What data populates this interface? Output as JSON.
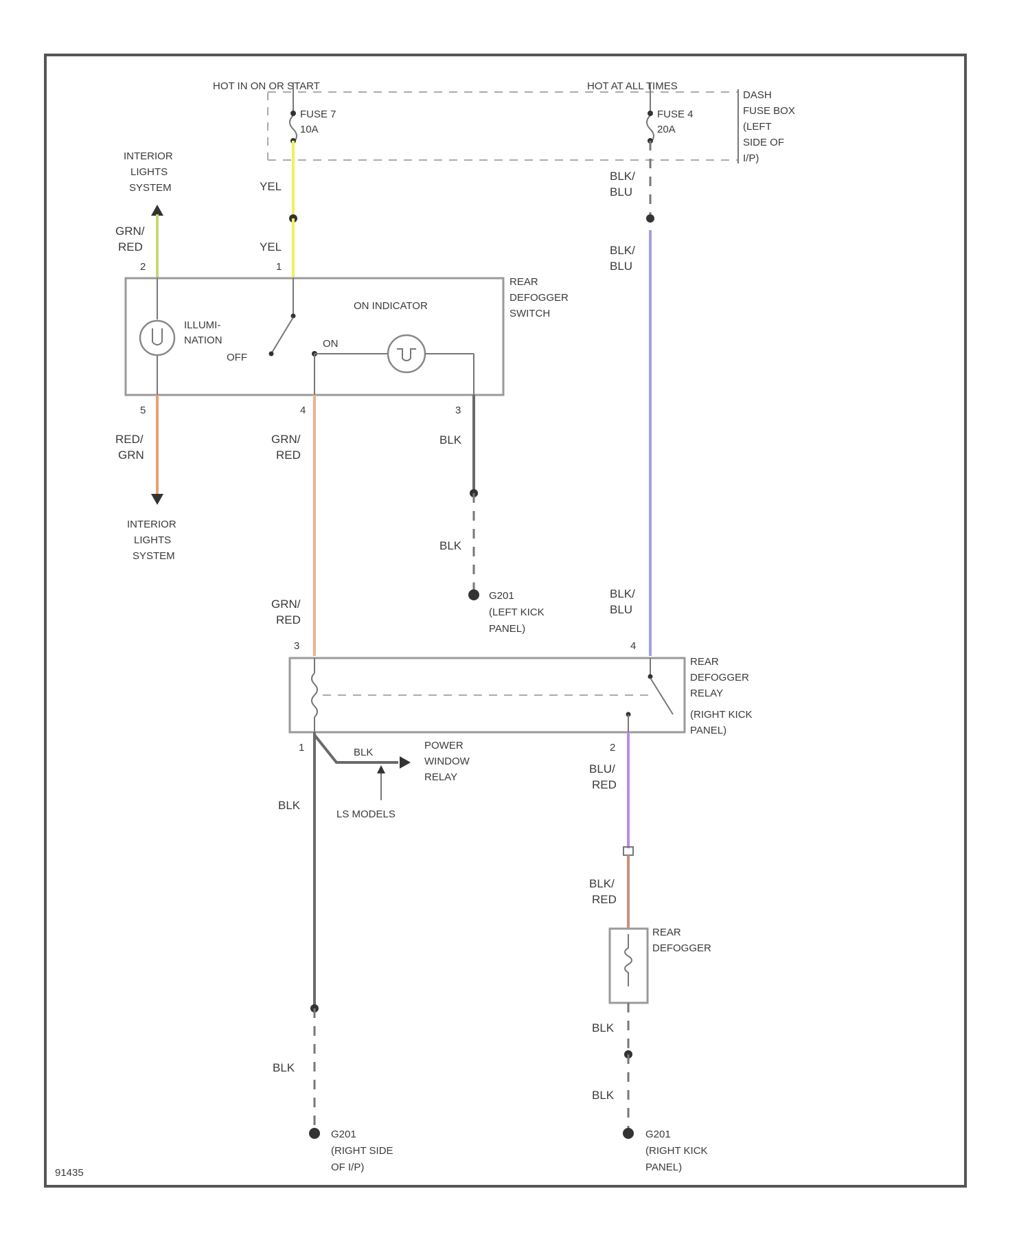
{
  "power": {
    "hot_on_start": "HOT IN ON OR START",
    "hot_all_times": "HOT AT ALL TIMES",
    "fuse7_name": "FUSE 7",
    "fuse7_rating": "10A",
    "fuse4_name": "FUSE 4",
    "fuse4_rating": "20A",
    "fusebox_lines": [
      "DASH",
      "FUSE BOX",
      "(LEFT",
      "SIDE OF",
      "I/P)"
    ]
  },
  "wires": {
    "yel": "YEL",
    "grn_red": [
      "GRN/",
      "RED"
    ],
    "red_grn": [
      "RED/",
      "GRN"
    ],
    "blk": "BLK",
    "blk_blu": [
      "BLK/",
      "BLU"
    ],
    "blu_red": [
      "BLU/",
      "RED"
    ],
    "blk_red": [
      "BLK/",
      "RED"
    ]
  },
  "pins": {
    "sw_top_left": "2",
    "sw_top_right": "1",
    "sw_bot_left": "5",
    "sw_bot_mid": "4",
    "sw_bot_right": "3",
    "relay_top_left": "3",
    "relay_top_right": "4",
    "relay_bot_left": "1",
    "relay_bot_right": "2"
  },
  "switch": {
    "name": [
      "REAR",
      "DEFOGGER",
      "SWITCH"
    ],
    "illumination": [
      "ILLUMI-",
      "NATION"
    ],
    "on_indicator": "ON INDICATOR",
    "off": "OFF",
    "on": "ON"
  },
  "interior_top": [
    "INTERIOR",
    "LIGHTS",
    "SYSTEM"
  ],
  "interior_bottom": [
    "INTERIOR",
    "LIGHTS",
    "SYSTEM"
  ],
  "relay": {
    "name": [
      "REAR",
      "DEFOGGER",
      "RELAY",
      "(RIGHT KICK",
      "PANEL)"
    ]
  },
  "power_window": {
    "label": [
      "POWER",
      "WINDOW",
      "RELAY"
    ],
    "wire": "BLK",
    "models": "LS MODELS"
  },
  "defogger": [
    "REAR",
    "DEFOGGER"
  ],
  "grounds": {
    "g1": [
      "G201",
      "(LEFT KICK",
      "PANEL)"
    ],
    "g2": [
      "G201",
      "(RIGHT SIDE",
      "OF I/P)"
    ],
    "g3": [
      "G201",
      "(RIGHT KICK",
      "PANEL)"
    ]
  },
  "figure_id": "91435",
  "colors": {
    "yel": "#f0f060",
    "grn_red": "#c8d873",
    "red_grn": "#e8a070",
    "grn_red_wire": "#eeb090",
    "blk": "#6a6a6a",
    "blk_blu": "#9f9fe0",
    "blu_red": "#b88ce8",
    "blk_red": "#c9907a"
  }
}
